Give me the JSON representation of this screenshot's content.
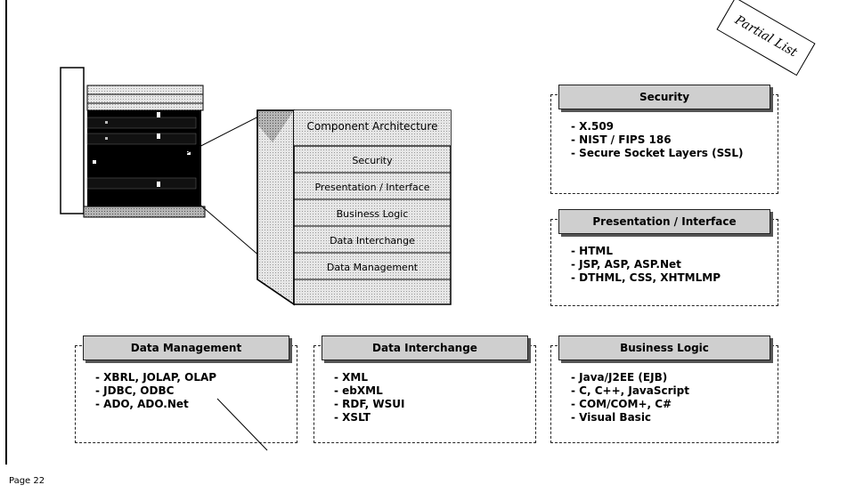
{
  "page_label": "Page 22",
  "partial_tag": "Partial List",
  "architecture": {
    "title": "Component Architecture",
    "layers": [
      "Security",
      "Presentation / Interface",
      "Business Logic",
      "Data Interchange",
      "Data  Management"
    ]
  },
  "boxes": {
    "security": {
      "title": "Security",
      "items": [
        "X.509",
        "NIST / FIPS 186",
        "Secure Socket Layers (SSL)"
      ]
    },
    "presentation": {
      "title": "Presentation / Interface",
      "items": [
        "HTML",
        "JSP, ASP, ASP.Net",
        "DTHML, CSS, XHTMLMP"
      ]
    },
    "data_management": {
      "title": "Data Management",
      "items": [
        "XBRL, JOLAP, OLAP",
        "JDBC, ODBC",
        "ADO, ADO.Net"
      ]
    },
    "data_interchange": {
      "title": "Data Interchange",
      "items": [
        "XML",
        "ebXML",
        "RDF, WSUI",
        "XSLT"
      ]
    },
    "business_logic": {
      "title": "Business Logic",
      "items": [
        "Java/J2EE (EJB)",
        "C, C++, JavaScript",
        "COM/COM+, C#",
        "Visual Basic"
      ]
    }
  }
}
